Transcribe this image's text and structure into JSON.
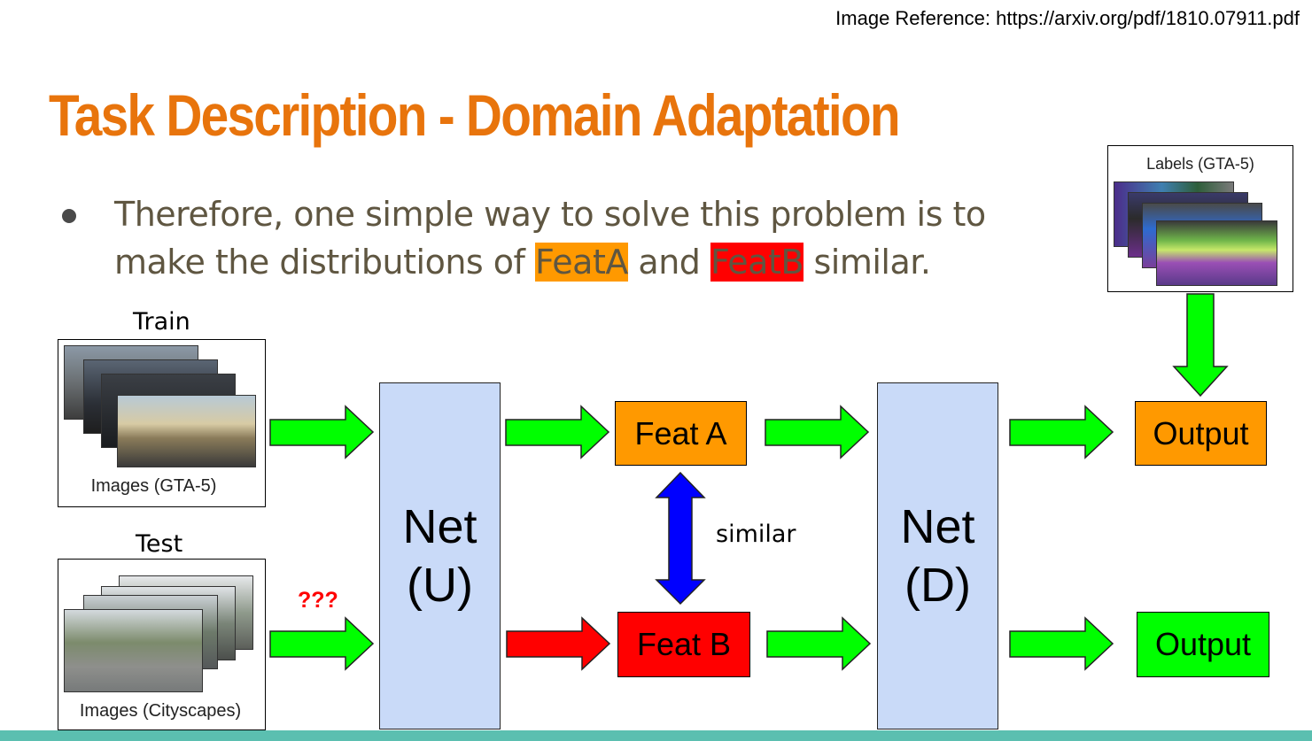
{
  "reference": {
    "prefix": "Image Reference: ",
    "url": "https://arxiv.org/pdf/1810.07911.pdf"
  },
  "title": "Task Description - Domain Adaptation",
  "bullet": {
    "line1": "Therefore, one simple way to solve this problem is to",
    "line2_before": "make the distributions of ",
    "featA": "FeatA",
    "middle": " and ",
    "featB": "FeatB",
    "after": " similar."
  },
  "diagram": {
    "train_label": "Train",
    "test_label": "Test",
    "train_caption": "Images (GTA-5)",
    "test_caption": "Images (Cityscapes)",
    "labels_caption": "Labels (GTA-5)",
    "unknown_mark": "???",
    "net_u": {
      "line1": "Net",
      "line2": "(U)"
    },
    "net_d": {
      "line1": "Net",
      "line2": "(D)"
    },
    "feat_a": "Feat A",
    "feat_b": "Feat B",
    "similar": "similar",
    "output_top": "Output",
    "output_bottom": "Output"
  },
  "colors": {
    "title": "#e8740c",
    "orange_box": "#ff9900",
    "red_box": "#ff0000",
    "green_box": "#00ff00",
    "net_fill": "#c9daf8",
    "arrow_green": "#00ff00",
    "arrow_red": "#ff0000",
    "arrow_blue": "#0000ff",
    "bottom_bar": "#5bbfb0"
  }
}
